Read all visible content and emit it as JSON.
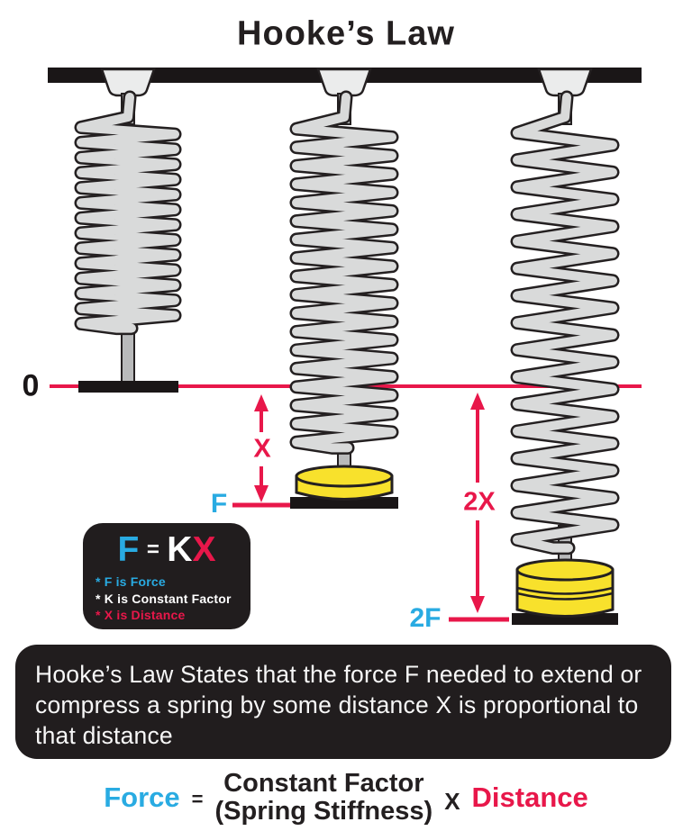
{
  "title": "Hooke’s Law",
  "colors": {
    "red": "#e8174a",
    "blue": "#29abe2",
    "white": "#ffffff",
    "box_black": "#211d1e",
    "bar_black": "#1a1617",
    "spring_fill": "#d9dada",
    "spring_outline": "#242021",
    "weight_yellow": "#f8e12c",
    "title_black": "#231f20"
  },
  "diagram": {
    "baseline_label": "0",
    "middle_spring": {
      "force_label": "F",
      "distance_label": "X"
    },
    "right_spring": {
      "force_label": "2F",
      "distance_label": "2X"
    }
  },
  "formula_box": {
    "equation": {
      "f": "F",
      "equals": "=",
      "kx_k": "K",
      "kx_x": "X"
    },
    "legend": [
      {
        "text": "* F is Force",
        "color": "#29abe2"
      },
      {
        "text": "* K is Constant Factor",
        "color": "#ffffff"
      },
      {
        "text": "* X is Distance",
        "color": "#e8174a"
      }
    ]
  },
  "description_box": {
    "lines": [
      "Hooke’s Law States that the force F needed to extend or",
      "compress a spring by some distance X is proportional to",
      "that distance"
    ]
  },
  "bottom_formula": {
    "force": "Force",
    "equals": "=",
    "numerator": "Constant Factor",
    "denominator": "(Spring Stiffness)",
    "times": "X",
    "distance": "Distance"
  }
}
